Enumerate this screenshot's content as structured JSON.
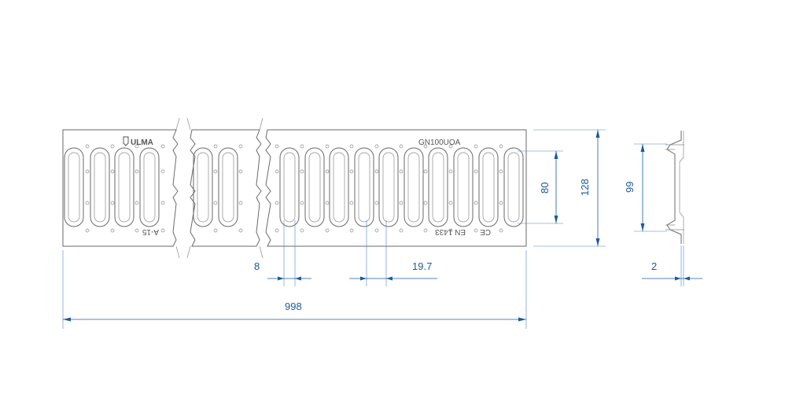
{
  "grate": {
    "brand": "ULMA",
    "model": "GN100UOA",
    "standard": "EN 1433",
    "ce_mark": "CE",
    "load_class": "A-15"
  },
  "dimensions": {
    "slot_width": "8",
    "slot_pitch": "19.7",
    "length": "998",
    "slot_length": "80",
    "width": "128",
    "profile_height": "99",
    "thickness": "2"
  },
  "colors": {
    "dimension": "#1c5aa0",
    "outline": "#6a6a6a"
  }
}
